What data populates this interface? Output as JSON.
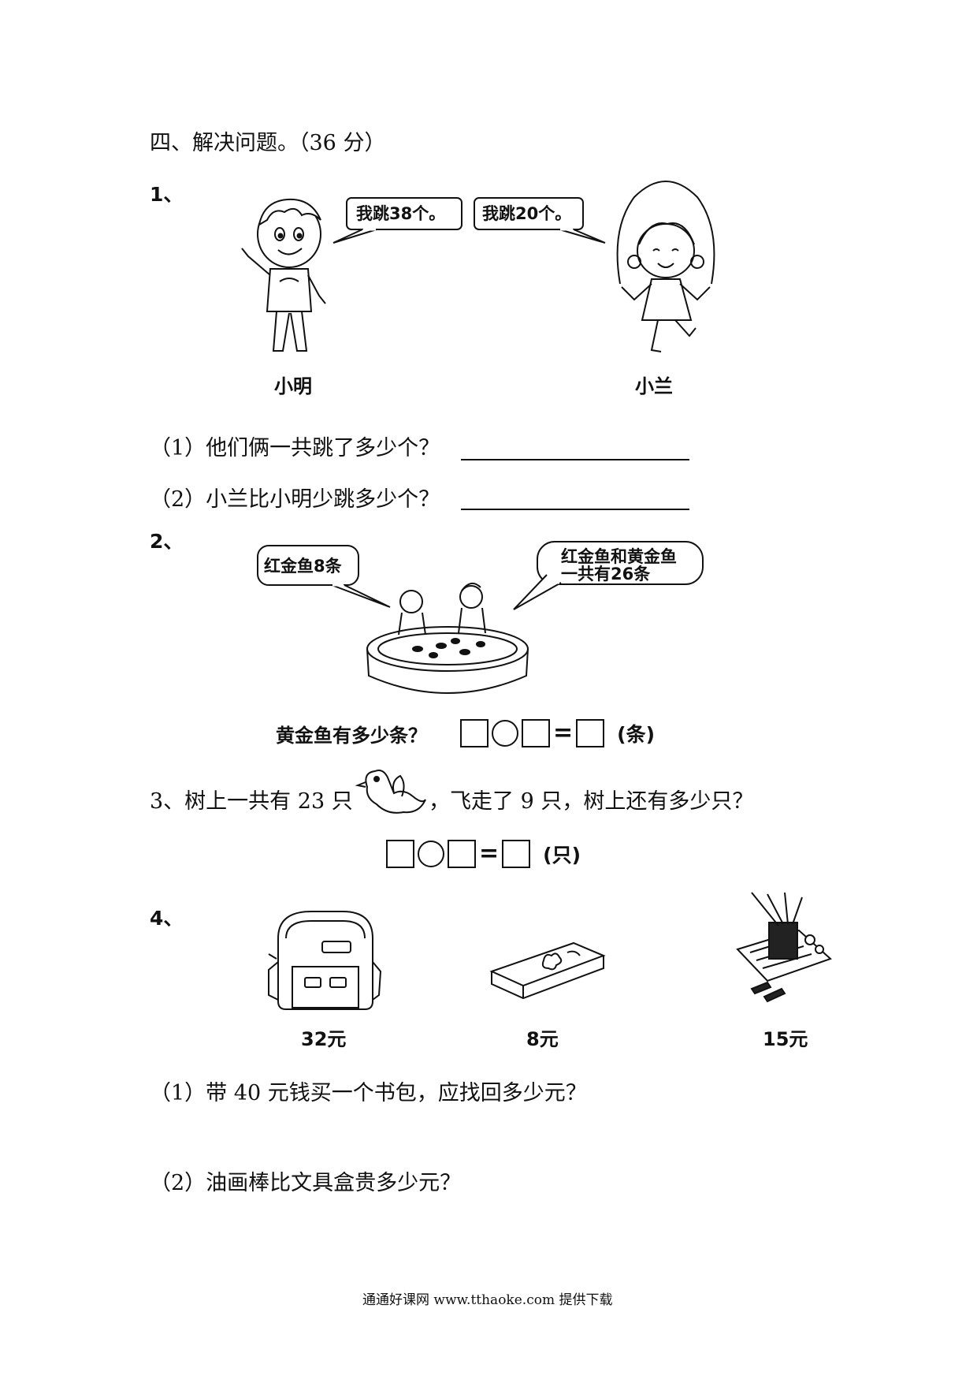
{
  "section_title": "四、解决问题。（36 分）",
  "q1": {
    "number": "1、",
    "bubble_left": "我跳38个。",
    "bubble_right": "我跳20个。",
    "name_left": "小明",
    "name_right": "小兰",
    "sub1": "（1）他们俩一共跳了多少个？",
    "sub2": "（2）小兰比小明少跳多少个？"
  },
  "q2": {
    "number": "2、",
    "bubble_left": "红金鱼8条",
    "bubble_right_line1": "红金鱼和黄金鱼",
    "bubble_right_line2": "一共有26条",
    "question": "黄金鱼有多少条？",
    "equals": "=",
    "unit": "(条)"
  },
  "q3": {
    "text_before": "3、树上一共有 23 只",
    "text_after": "，飞走了 9 只，树上还有多少只？",
    "equals": "=",
    "unit": "(只)"
  },
  "q4": {
    "number": "4、",
    "price_bag": "32元",
    "price_box": "8元",
    "price_crayons": "15元",
    "sub1": "（1）带 40 元钱买一个书包，应找回多少元？",
    "sub2": "（2）油画棒比文具盒贵多少元？"
  },
  "footer": "通通好课网  www.tthaoke.com  提供下载"
}
